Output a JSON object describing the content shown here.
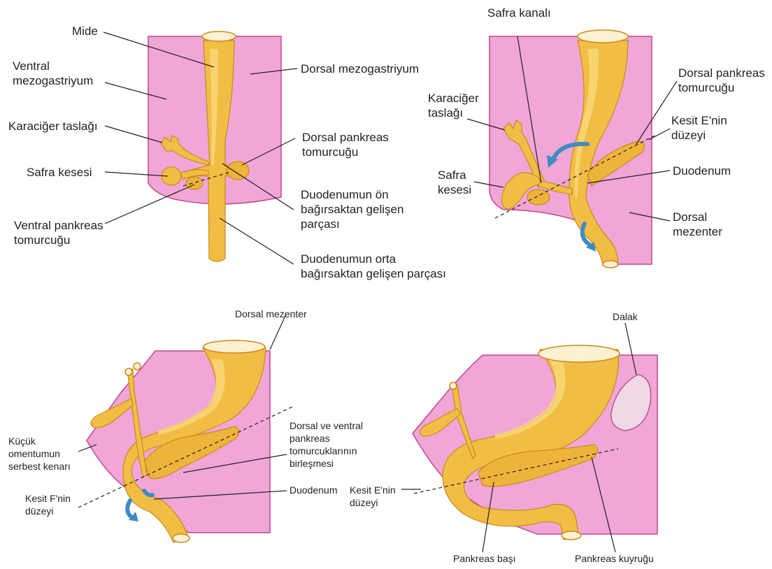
{
  "panel_a": {
    "mide": "Mide",
    "ventral_mezogastriyum": [
      "Ventral",
      "mezogastriyum"
    ],
    "dorsal_mezogastriyum": "Dorsal mezogastriyum",
    "karaciger_taslagi": "Karaciğer taslağı",
    "safra_kesesi": "Safra kesesi",
    "dorsal_pankreas": [
      "Dorsal pankreas",
      "tomurcuğu"
    ],
    "duodenum_on": [
      "Duodenumun ön",
      "bağırsaktan gelişen",
      "parçası"
    ],
    "ventral_pankreas": [
      "Ventral pankreas",
      "tomurcuğu"
    ],
    "duodenum_orta": [
      "Duodenumun orta",
      "bağırsaktan gelişen parçası"
    ]
  },
  "panel_b": {
    "safra_kanali": "Safra kanalı",
    "dorsal_pankreas": [
      "Dorsal pankreas",
      "tomurcuğu"
    ],
    "karaciger_taslagi": [
      "Karaciğer",
      "taslağı"
    ],
    "kesit_e": [
      "Kesit E'nin",
      "düzeyi"
    ],
    "safra_kesesi": [
      "Safra",
      "kesesi"
    ],
    "duodenum": "Duodenum",
    "dorsal_mezenter": [
      "Dorsal",
      "mezenter"
    ]
  },
  "panel_c": {
    "dorsal_mezenter": "Dorsal mezenter",
    "kucuk_omentum": [
      "Küçük",
      "omentumun",
      "serbest kenarı"
    ],
    "birlesme": [
      "Dorsal ve ventral",
      "pankreas",
      "tomurcuklarının",
      "birleşmesi"
    ],
    "duodenum": "Duodenum",
    "kesit_f": [
      "Kesit F'nin",
      "düzeyi"
    ]
  },
  "panel_d": {
    "dalak": "Dalak",
    "kesit_e": [
      "Kesit E'nin",
      "düzeyi"
    ],
    "pankreas_basi": "Pankreas başı",
    "pankreas_kuyrugu": "Pankreas  kuyruğu"
  },
  "colors": {
    "mesentery": "#f0a6d6",
    "gut": "#f2bd45",
    "rotation_arrow": "#3f8cc2"
  }
}
